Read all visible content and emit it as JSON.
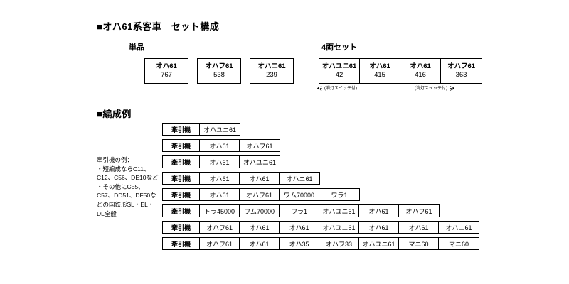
{
  "document": {
    "sets_heading": "■オハ61系客車　セット構成",
    "formations_heading": "■編成例",
    "singles_label": "単品",
    "set4_label": "4両セット"
  },
  "singles": [
    {
      "name": "オハ61",
      "number": "767"
    },
    {
      "name": "オハフ61",
      "number": "538"
    },
    {
      "name": "オハニ61",
      "number": "239"
    }
  ],
  "set4": {
    "cars": [
      {
        "name": "オハユニ61",
        "number": "42"
      },
      {
        "name": "オハ61",
        "number": "415"
      },
      {
        "name": "オハ61",
        "number": "416"
      },
      {
        "name": "オハフ61",
        "number": "363"
      }
    ],
    "switch_note_left": "(消灯スイッチ付)",
    "switch_note_right": "(消灯スイッチ付)"
  },
  "formation_note": "牽引機の例：\n・短編成ならC11、C12、C56、DE10など\n・その他にC55、C57、DD51、DF50などの国鉄形SL・EL・DL全般",
  "formations": [
    {
      "cells": [
        "牽引機",
        "オハユニ61"
      ]
    },
    {
      "cells": [
        "牽引機",
        "オハ61",
        "オハフ61"
      ]
    },
    {
      "cells": [
        "牽引機",
        "オハ61",
        "オハユニ61"
      ]
    },
    {
      "cells": [
        "牽引機",
        "オハ61",
        "オハ61",
        "オハニ61"
      ]
    },
    {
      "cells": [
        "牽引機",
        "オハ61",
        "オハフ61",
        "ワム70000",
        "ワラ1"
      ]
    },
    {
      "cells": [
        "牽引機",
        "トラ45000",
        "ワム70000",
        "ワラ1",
        "オハユニ61",
        "オハ61",
        "オハフ61"
      ]
    },
    {
      "cells": [
        "牽引機",
        "オハフ61",
        "オハ61",
        "オハ61",
        "オハユニ61",
        "オハ61",
        "オハ61",
        "オハニ61"
      ]
    },
    {
      "cells": [
        "牽引機",
        "オハフ61",
        "オハ61",
        "オハ35",
        "オハフ33",
        "オハユニ61",
        "マニ60",
        "マニ60"
      ]
    }
  ],
  "icons": {
    "lamp": "lamp-switch-icon"
  },
  "colors": {
    "ink": "#000000",
    "paper": "#ffffff"
  }
}
